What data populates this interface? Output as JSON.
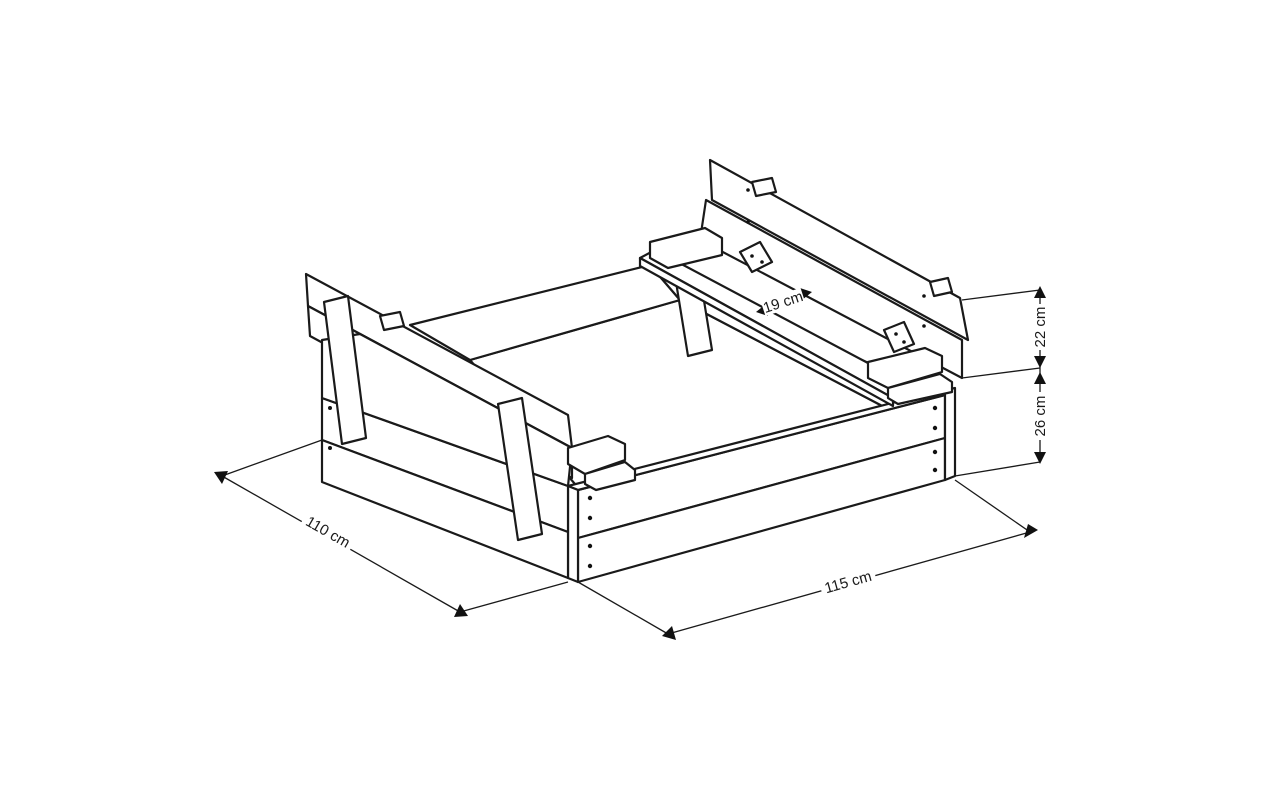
{
  "dimensions": {
    "depth": "110 cm",
    "width": "115 cm",
    "lid_height": "22 cm",
    "box_height": "26 cm",
    "board_width": "19 cm"
  },
  "colors": {
    "line": "#1a1a1a",
    "background": "#ffffff"
  }
}
